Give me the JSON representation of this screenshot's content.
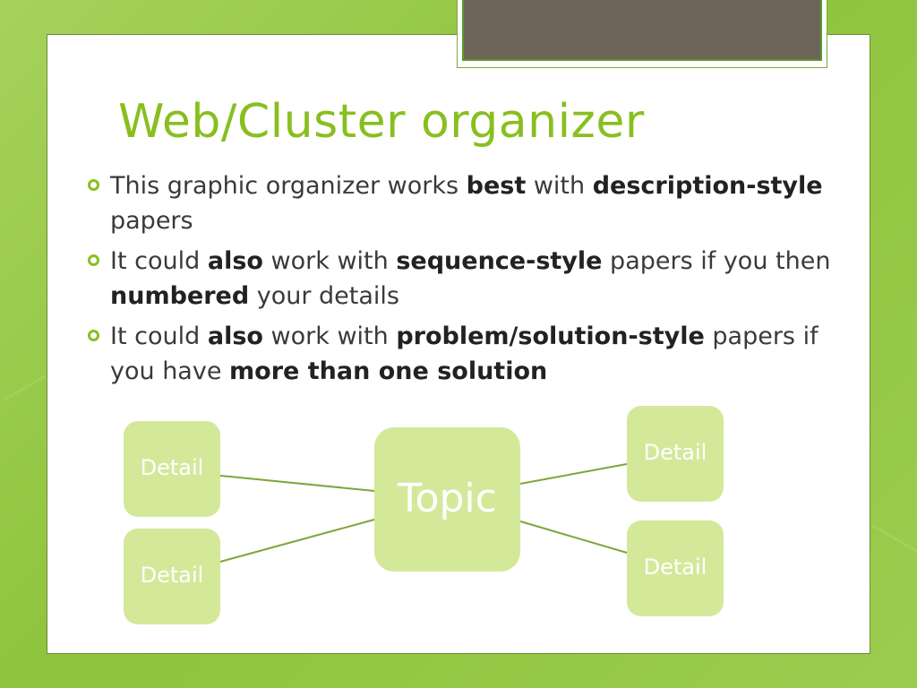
{
  "title": "Web/Cluster organizer",
  "bullets": [
    [
      {
        "t": "This graphic organizer works ",
        "b": false
      },
      {
        "t": "best",
        "b": true
      },
      {
        "t": " with ",
        "b": false
      },
      {
        "t": "description-style",
        "b": true
      },
      {
        "t": " papers",
        "b": false
      }
    ],
    [
      {
        "t": "It could ",
        "b": false
      },
      {
        "t": "also",
        "b": true
      },
      {
        "t": " work with ",
        "b": false
      },
      {
        "t": "sequence-style",
        "b": true
      },
      {
        "t": " papers if you then ",
        "b": false
      },
      {
        "t": "numbered",
        "b": true
      },
      {
        "t": " your details",
        "b": false
      }
    ],
    [
      {
        "t": "It could ",
        "b": false
      },
      {
        "t": "also",
        "b": true
      },
      {
        "t": " work with ",
        "b": false
      },
      {
        "t": "problem/solution-style",
        "b": true
      },
      {
        "t": " papers if you have ",
        "b": false
      },
      {
        "t": "more than one solution",
        "b": true
      }
    ]
  ],
  "diagram": {
    "topic": "Topic",
    "details": [
      "Detail",
      "Detail",
      "Detail",
      "Detail"
    ]
  },
  "colors": {
    "accent": "#88bf1f",
    "node_fill": "#d4e89a",
    "connector": "#7ea63a",
    "background": "#9ccc4e"
  }
}
